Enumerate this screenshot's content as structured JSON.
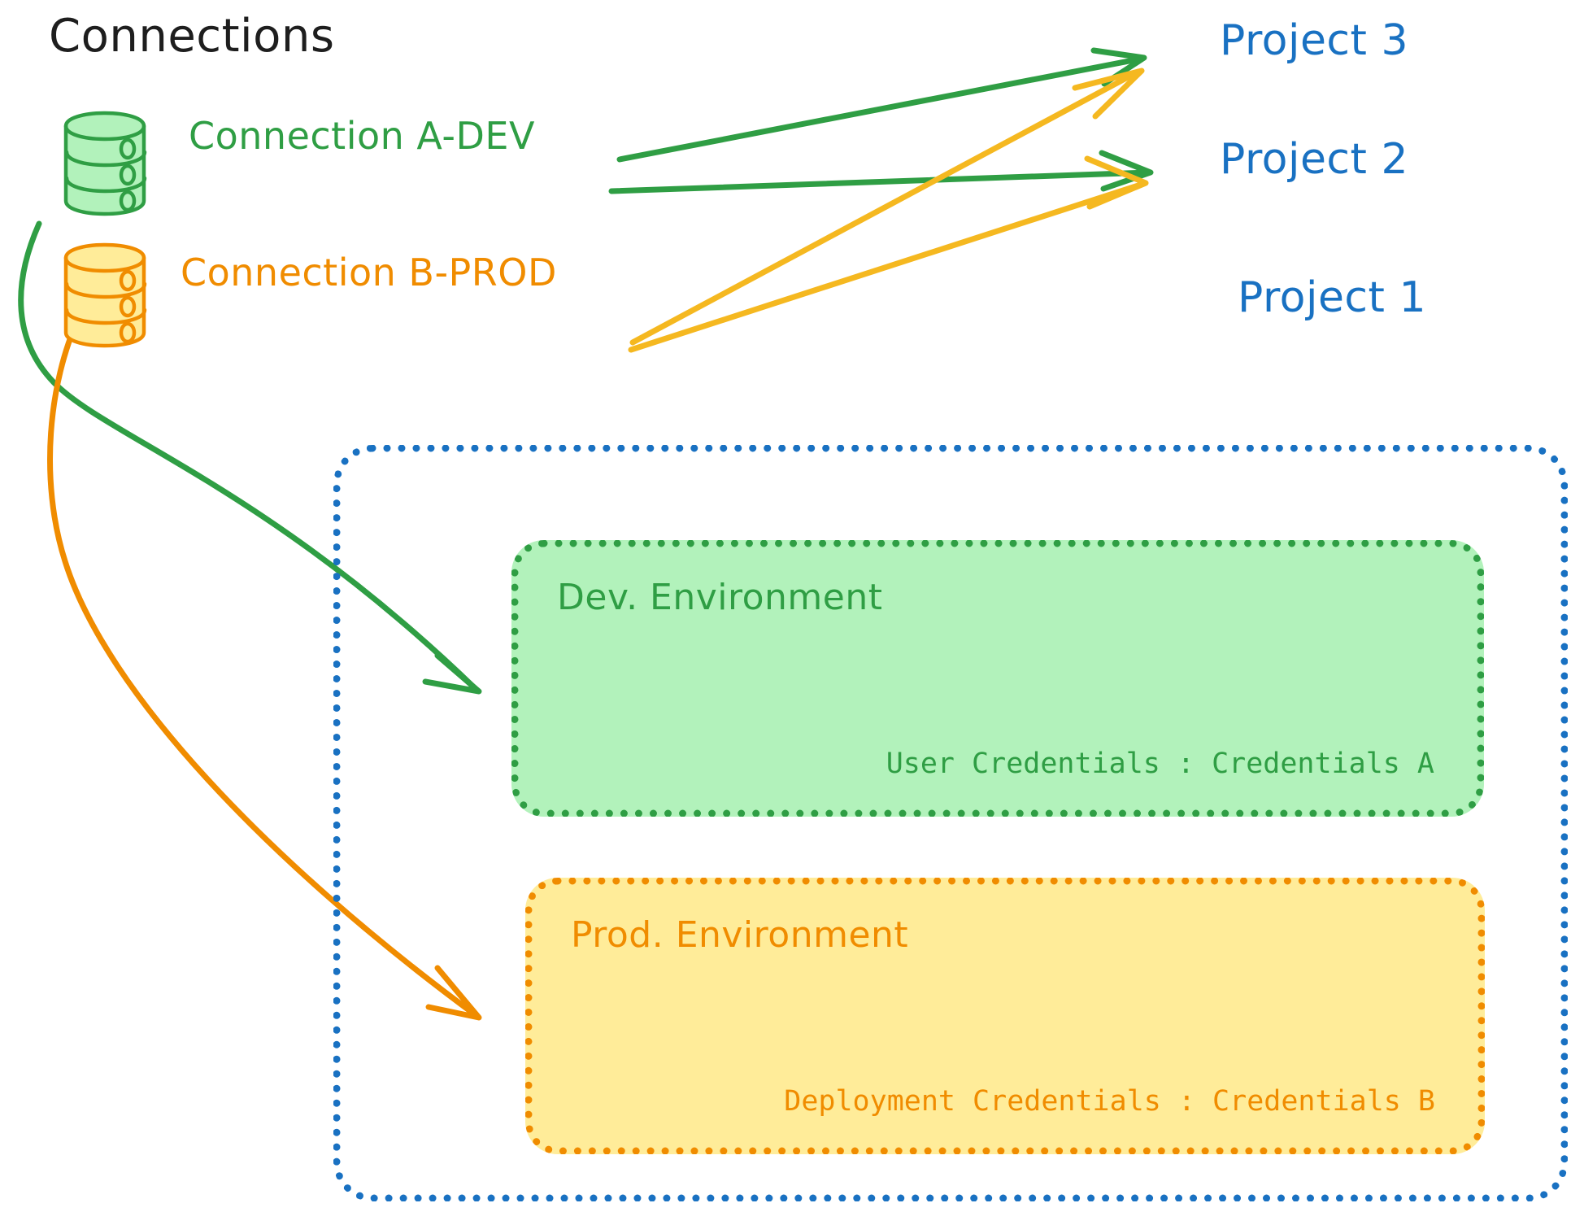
{
  "title": "Connections",
  "colors": {
    "green_stroke": "#2f9e44",
    "green_fill": "#b2f2bb",
    "orange_stroke": "#f08c00",
    "orange_fill": "#ffec99",
    "amber_arrow": "#f5b820",
    "blue": "#1971c2",
    "black": "#1e1e1e",
    "background": "#ffffff"
  },
  "connections": [
    {
      "id": "a-dev",
      "label": "Connection A-DEV",
      "icon": "database-icon",
      "color": "#2f9e44"
    },
    {
      "id": "b-prod",
      "label": "Connection B-PROD",
      "icon": "database-icon",
      "color": "#f08c00"
    }
  ],
  "projects": [
    {
      "id": "project-3",
      "label": "Project 3"
    },
    {
      "id": "project-2",
      "label": "Project 2"
    },
    {
      "id": "project-1",
      "label": "Project 1"
    }
  ],
  "project_1": {
    "label": "Project 1",
    "environments": [
      {
        "id": "dev",
        "title": "Dev. Environment",
        "credential_label": "User Credentials",
        "credential_value": "Credentials A",
        "credential_text": "User Credentials : Credentials A",
        "color": "#2f9e44",
        "fill": "#b2f2bb"
      },
      {
        "id": "prod",
        "title": "Prod. Environment",
        "credential_label": "Deployment Credentials",
        "credential_value": "Credentials B",
        "credential_text": "Deployment Credentials : Credentials B",
        "color": "#f08c00",
        "fill": "#ffec99"
      }
    ]
  },
  "edges": [
    {
      "from": "a-dev",
      "to": "project-3",
      "color": "#2f9e44"
    },
    {
      "from": "a-dev",
      "to": "project-2",
      "color": "#2f9e44"
    },
    {
      "from": "a-dev",
      "to": "dev-environment",
      "color": "#2f9e44"
    },
    {
      "from": "b-prod",
      "to": "project-3",
      "color": "#f5b820"
    },
    {
      "from": "b-prod",
      "to": "project-2",
      "color": "#f5b820"
    },
    {
      "from": "b-prod",
      "to": "prod-environment",
      "color": "#f08c00"
    }
  ]
}
